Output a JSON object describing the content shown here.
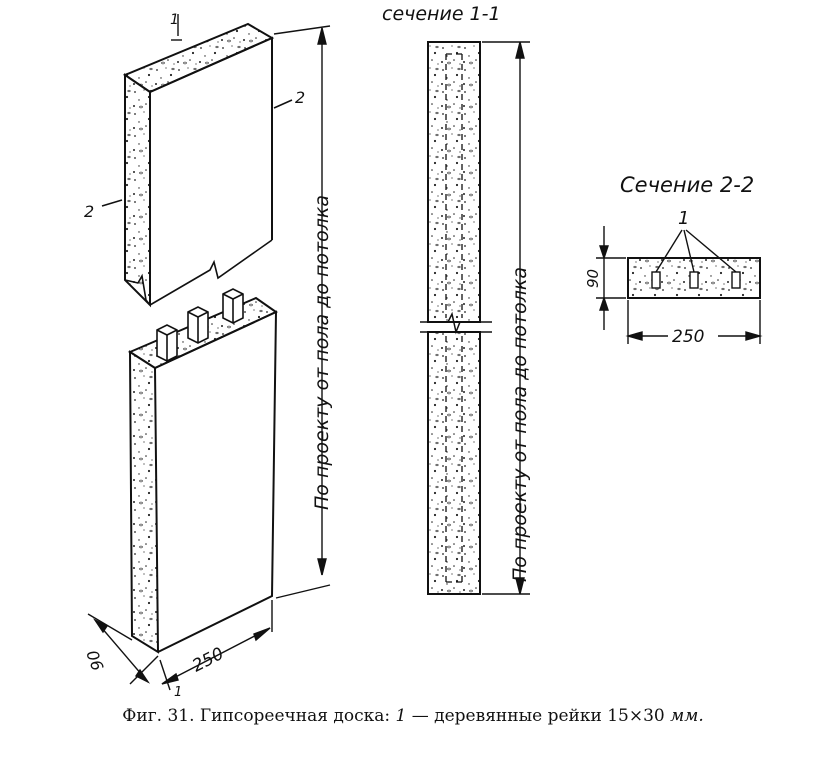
{
  "labels": {
    "section_1_1_title": "сечение 1-1",
    "section_2_2_title": "Сечение 2-2",
    "cut_marker_1": "1",
    "cut_marker_2_left": "2",
    "cut_marker_2_right": "2",
    "lath_callout": "1",
    "height_note_main": "По проекту от пола до потолка",
    "height_note_section": "По проекту от пола до потолка",
    "thickness_main": "90",
    "width_main": "250",
    "thickness_section": "90",
    "width_section": "250"
  },
  "caption": {
    "prefix": "Фиг. 31. Гипсореечная доска:",
    "item_number": "1",
    "dash": " — деревянные рейки 15×30 ",
    "unit": "мм."
  }
}
